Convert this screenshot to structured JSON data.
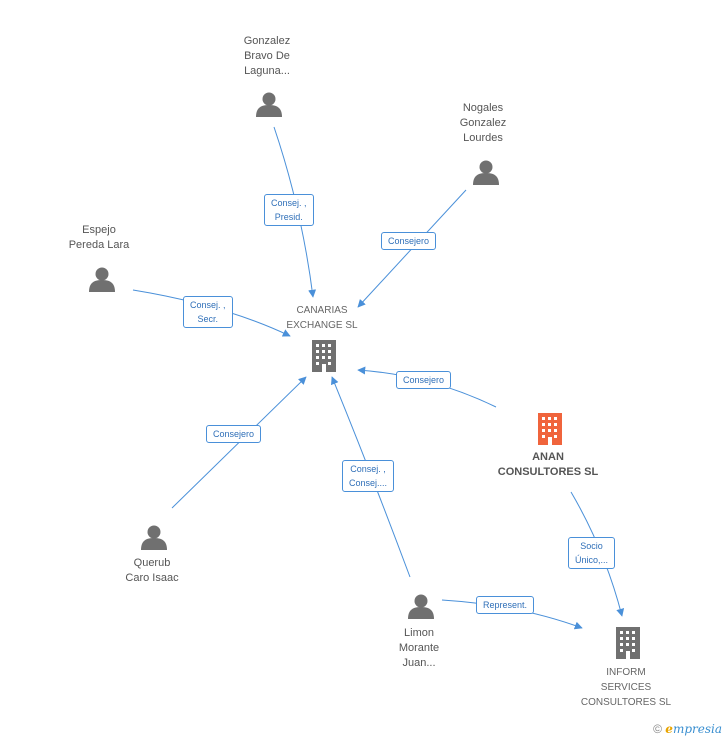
{
  "nodes": {
    "gonzalez": {
      "lines": [
        "Gonzalez",
        "Bravo De",
        "Laguna..."
      ]
    },
    "nogales": {
      "lines": [
        "Nogales",
        "Gonzalez",
        "Lourdes"
      ]
    },
    "espejo": {
      "lines": [
        "Espejo",
        "Pereda Lara"
      ]
    },
    "canarias": {
      "lines": [
        "CANARIAS",
        "EXCHANGE SL"
      ]
    },
    "anan": {
      "lines": [
        "ANAN",
        "CONSULTORES SL"
      ]
    },
    "querub": {
      "lines": [
        "Querub",
        "Caro Isaac"
      ]
    },
    "limon": {
      "lines": [
        "Limon",
        "Morante",
        "Juan..."
      ]
    },
    "inform": {
      "lines": [
        "INFORM",
        "SERVICES",
        "CONSULTORES SL"
      ]
    }
  },
  "edges": {
    "gonzalez_canarias": {
      "lines": [
        "Consej. ,",
        "Presid."
      ]
    },
    "nogales_canarias": {
      "lines": [
        "Consejero"
      ]
    },
    "espejo_canarias": {
      "lines": [
        "Consej. ,",
        "Secr."
      ]
    },
    "anan_canarias": {
      "lines": [
        "Consejero"
      ]
    },
    "querub_canarias": {
      "lines": [
        "Consejero"
      ]
    },
    "limon_canarias": {
      "lines": [
        "Consej. ,",
        "Consej...."
      ]
    },
    "anan_inform": {
      "lines": [
        "Socio",
        "Único,..."
      ]
    },
    "limon_inform": {
      "lines": [
        "Represent."
      ]
    }
  },
  "colors": {
    "edge": "#4a90d9",
    "person": "#707070",
    "company": "#707070",
    "highlight": "#f0643c"
  },
  "footer": {
    "copyright": "©",
    "brand_e": "e",
    "brand_rest": "mpresia"
  }
}
